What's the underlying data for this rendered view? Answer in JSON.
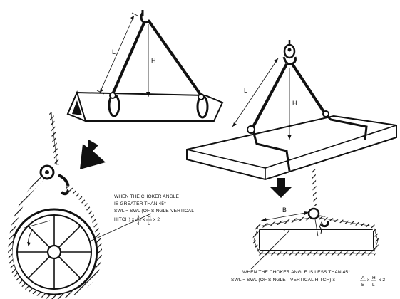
{
  "labels": {
    "top_left_length": "L",
    "top_left_height": "H",
    "top_right_length": "L",
    "top_right_height": "H",
    "bottom_right_b": "B",
    "bottom_right_a": "A"
  },
  "note_greater": {
    "line1": "WHEN THE CHOKER ANGLE",
    "line2": "IS GREATER THAN 45°",
    "line3": "SWL = SWL (OF SINGLE-VERTICAL",
    "line4": "HITCH) x",
    "frac_num": "3",
    "frac_den": "4",
    "times": "x",
    "frac2_num": "H",
    "frac2_den": "L",
    "tail": "x 2"
  },
  "note_less": {
    "line1": "WHEN THE CHOKER ANGLE IS LESS THAN 45°",
    "line2": "SWL = SWL (OF SINGLE - VERTICAL HITCH) x",
    "frac_num": "A",
    "frac_den": "B",
    "times": "x",
    "frac2_num": "H",
    "frac2_den": "L",
    "tail": "x 2"
  },
  "colors": {
    "ink": "#111111",
    "paper": "#ffffff"
  }
}
